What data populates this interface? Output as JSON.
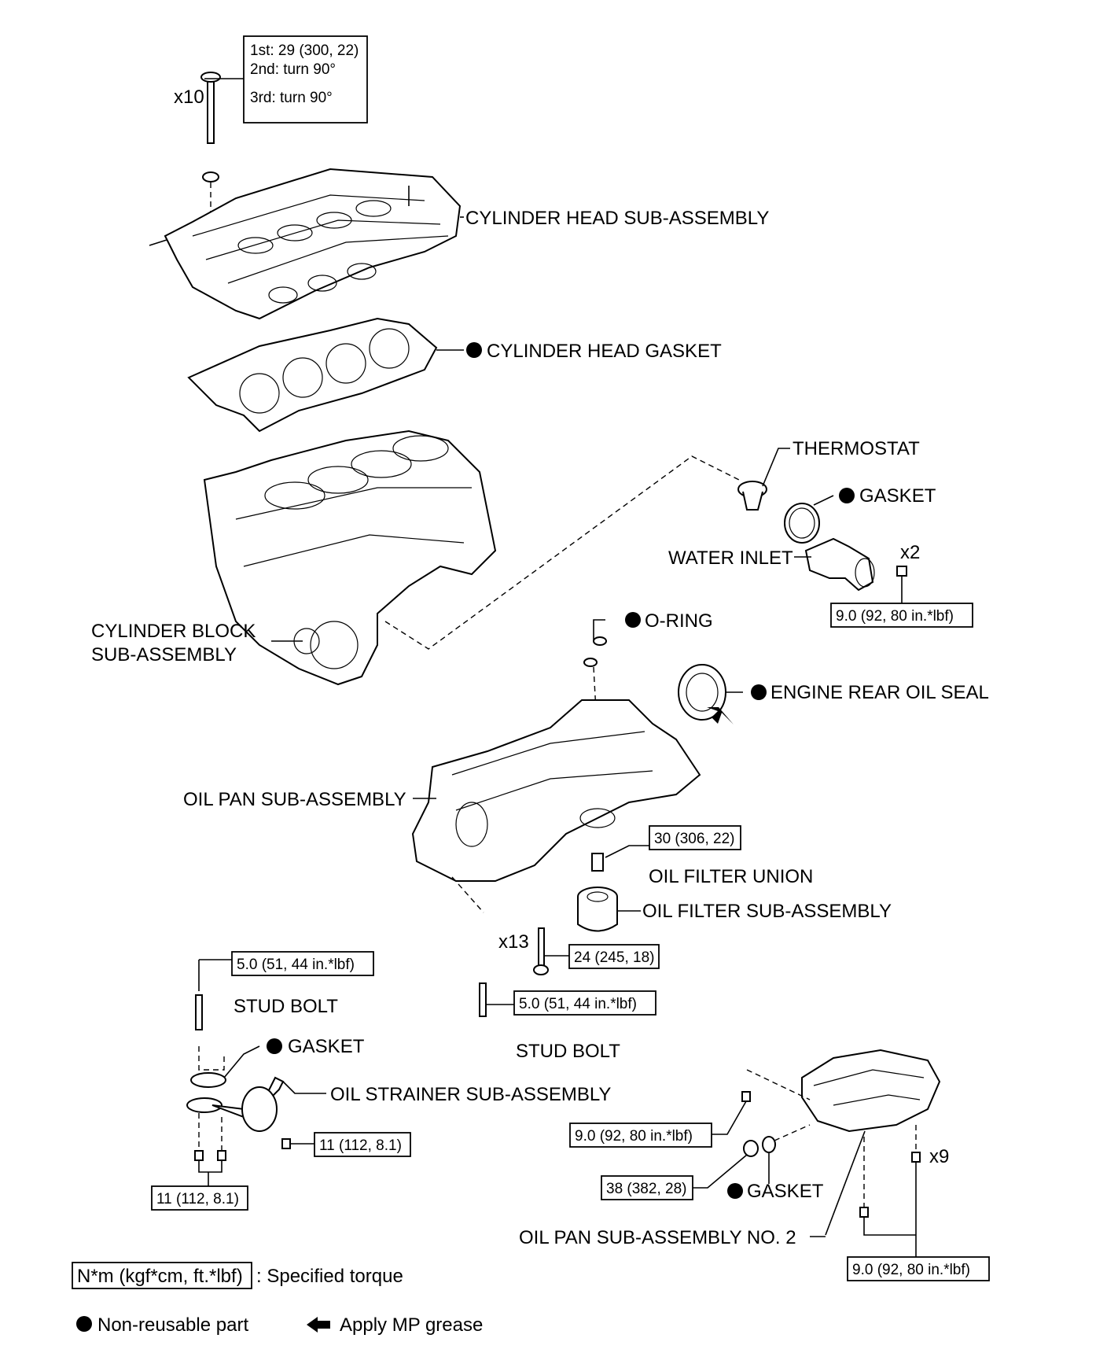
{
  "torque_top": {
    "count": "x10",
    "line1": "1st: 29 (300, 22)",
    "line2": "2nd: turn 90°",
    "line3": "3rd: turn 90°"
  },
  "labels": {
    "cylinder_head": "CYLINDER HEAD SUB-ASSEMBLY",
    "head_gasket": "CYLINDER HEAD GASKET",
    "thermostat": "THERMOSTAT",
    "gasket_thermostat": "GASKET",
    "water_inlet": "WATER INLET",
    "water_inlet_count": "x2",
    "cylinder_block_1": "CYLINDER BLOCK",
    "cylinder_block_2": "SUB-ASSEMBLY",
    "o_ring": "O-RING",
    "rear_oil_seal": "ENGINE REAR OIL SEAL",
    "oil_pan": "OIL PAN SUB-ASSEMBLY",
    "oil_filter_union": "OIL FILTER UNION",
    "oil_filter": "OIL FILTER SUB-ASSEMBLY",
    "bolt_count_13": "x13",
    "stud_bolt_left": "STUD BOLT",
    "stud_bolt_center": "STUD BOLT",
    "gasket_strainer": "GASKET",
    "oil_strainer": "OIL STRAINER SUB-ASSEMBLY",
    "gasket_drain": "GASKET",
    "bolt_count_9": "x9",
    "oil_pan_no2": "OIL PAN SUB-ASSEMBLY NO. 2"
  },
  "torques": {
    "water_inlet": "9.0 (92, 80 in.*lbf)",
    "filter_union": "30 (306, 22)",
    "pan_bolts": "24 (245, 18)",
    "stud_center": "5.0 (51, 44 in.*lbf)",
    "stud_left": "5.0 (51, 44 in.*lbf)",
    "strainer_right": "11 (112, 8.1)",
    "strainer_bottom": "11 (112, 8.1)",
    "pan2_left": "9.0 (92, 80 in.*lbf)",
    "drain_plug": "38 (382, 28)",
    "pan2_bottom": "9.0 (92, 80 in.*lbf)"
  },
  "legend": {
    "unit_box": "N*m (kgf*cm, ft.*lbf)",
    "unit_text": ": Specified torque",
    "nonreusable": "Non-reusable part",
    "grease": "Apply MP grease"
  }
}
